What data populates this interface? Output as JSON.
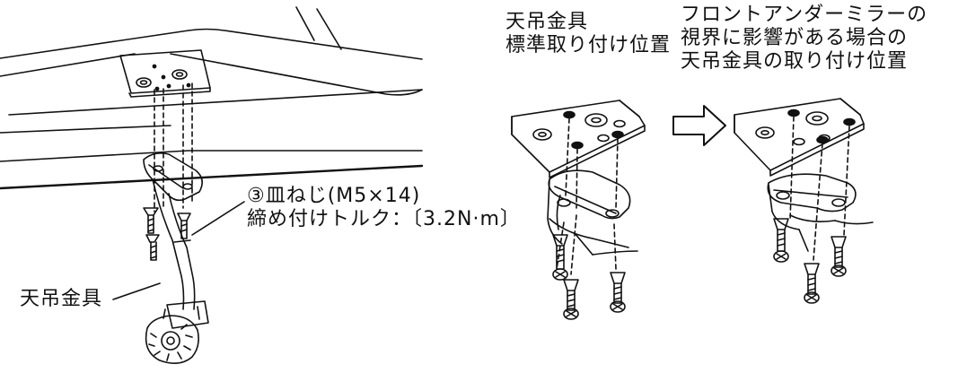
{
  "labels": {
    "standard_position_title": "天吊金具",
    "standard_position_sub": "標準取り付け位置",
    "alt_position_lines": [
      "フロントアンダーミラーの",
      "視界に影響がある場合の",
      "天吊金具の取り付け位置"
    ],
    "screw_spec": "③皿ねじ(M5×14)",
    "torque_spec": "締め付けトルク：〔3.2N·m〕",
    "bracket_label": "天吊金具"
  },
  "icons": [
    "ceiling-mount-plate",
    "mount-arm",
    "flat-head-screw",
    "knob",
    "right-arrow"
  ]
}
